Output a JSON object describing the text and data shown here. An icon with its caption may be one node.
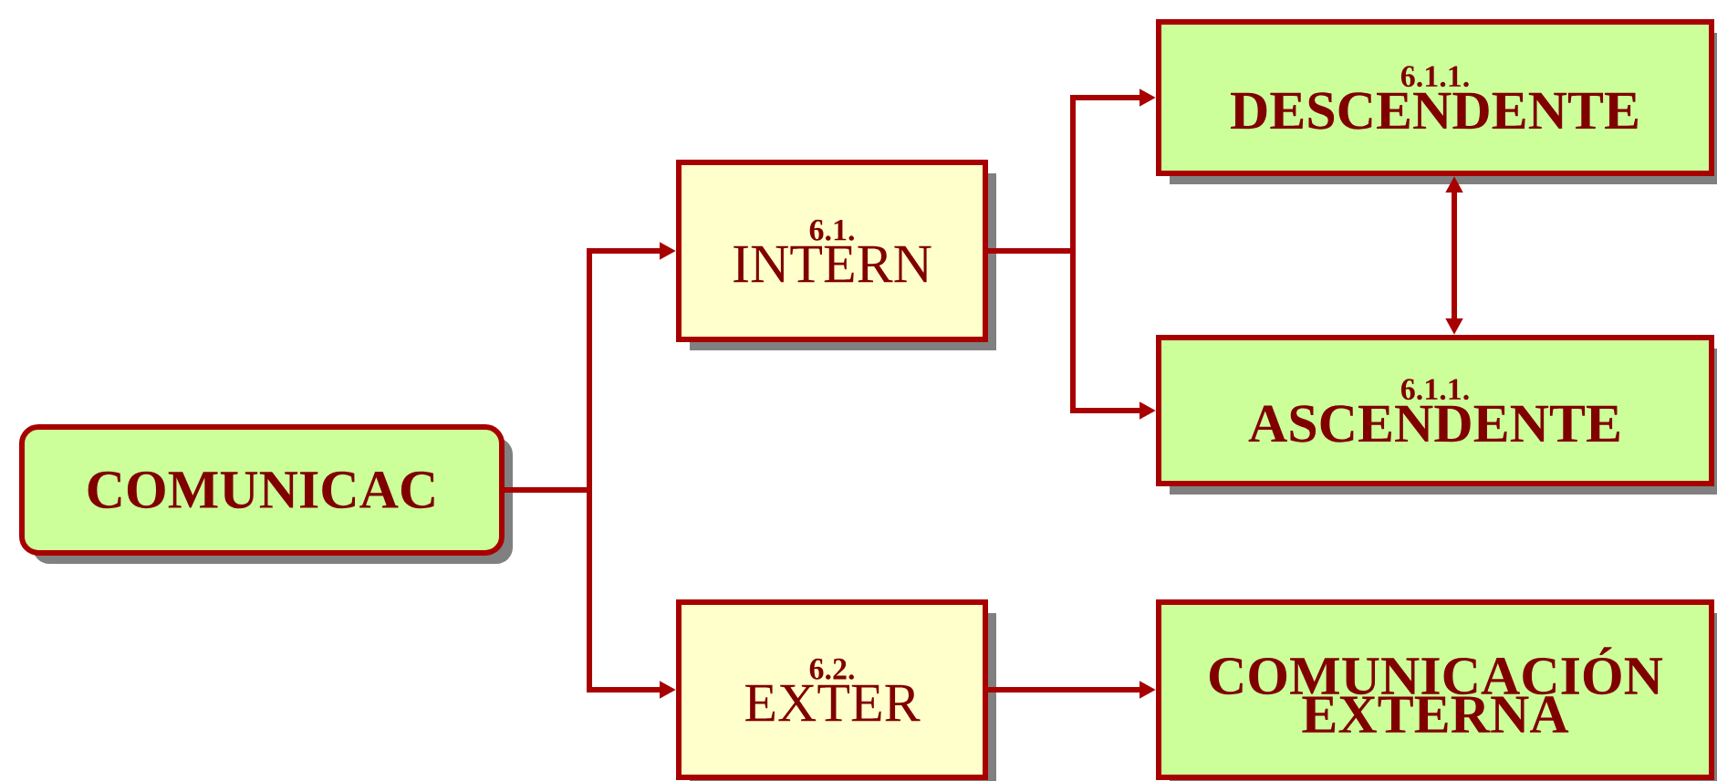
{
  "diagram": {
    "nodes": [
      {
        "text": [
          "COMUNICAC"
        ]
      },
      {
        "text": [
          "6.1.",
          "INTERN"
        ]
      },
      {
        "text": [
          "6.2.",
          "EXTER"
        ]
      },
      {
        "text": [
          "6.1.1.",
          "DESCENDENTE"
        ]
      },
      {
        "text": [
          "6.1.1.",
          "ASCENDENTE"
        ]
      },
      {
        "text": [
          "COMUNICACIÓN EXTERNA"
        ]
      }
    ],
    "edges": [
      {
        "from": 0,
        "to": 1,
        "arrow": "to"
      },
      {
        "from": 0,
        "to": 2,
        "arrow": "to"
      },
      {
        "from": 1,
        "to": 3,
        "arrow": "to"
      },
      {
        "from": 1,
        "to": 4,
        "arrow": "to"
      },
      {
        "from": 3,
        "to": 4,
        "arrow": "both"
      },
      {
        "from": 2,
        "to": 5,
        "arrow": "to"
      }
    ]
  }
}
